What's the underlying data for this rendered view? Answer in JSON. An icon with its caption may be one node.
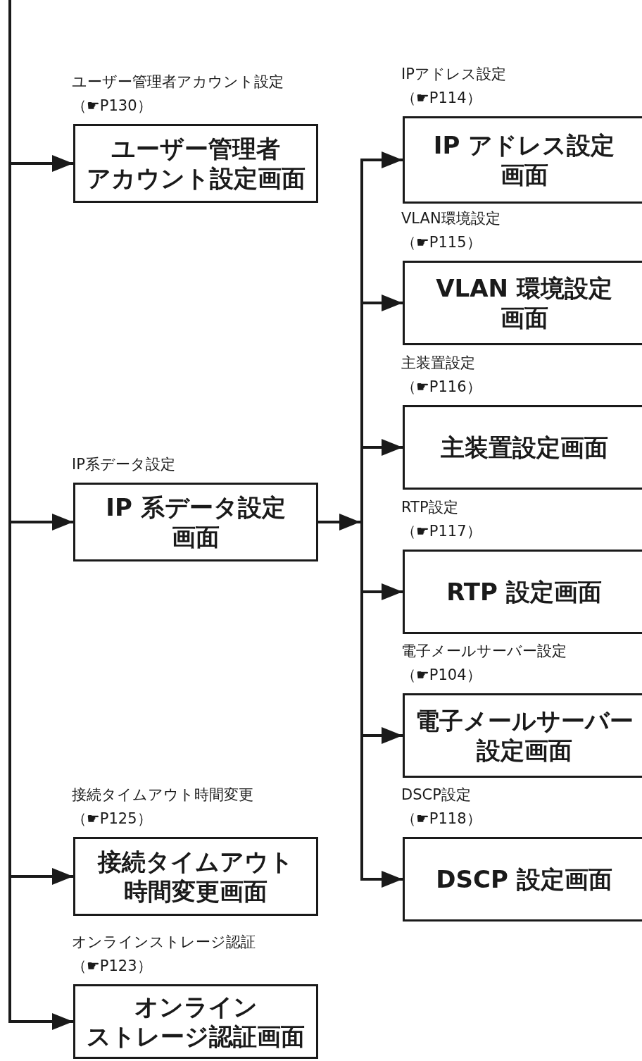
{
  "diagram": {
    "nodes": [
      {
        "text": [
          "ユーザー管理者アカウント設定画面"
        ],
        "beside": [
          "ユーザー管理者アカウント設定",
          "（☛P130）"
        ]
      },
      {
        "text": [
          "IP 系データ設定画面"
        ],
        "beside": [
          "IP系データ設定"
        ]
      },
      {
        "text": [
          "IP アドレス設定画面"
        ],
        "beside": [
          "IPアドレス設定",
          "（☛P114）"
        ]
      },
      {
        "text": [
          "VLAN 環境設定画面"
        ],
        "beside": [
          "VLAN環境設定",
          "（☛P115）"
        ]
      },
      {
        "text": [
          "主装置設定画面"
        ],
        "beside": [
          "主装置設定",
          "（☛P116）"
        ]
      },
      {
        "text": [
          "RTP 設定画面"
        ],
        "beside": [
          "RTP設定",
          "（☛P117）"
        ]
      },
      {
        "text": [
          "電子メールサーバー設定画面"
        ],
        "beside": [
          "電子メールサーバー設定",
          "（☛P104）"
        ]
      },
      {
        "text": [
          "DSCP 設定画面"
        ],
        "beside": [
          "DSCP設定",
          "（☛P118）"
        ]
      },
      {
        "text": [
          "接続タイムアウト時間変更画面"
        ],
        "beside": [
          "接続タイムアウト時間変更",
          "（☛P125）"
        ]
      },
      {
        "text": [
          "オンラインストレージ認証画面"
        ],
        "beside": [
          "オンラインストレージ認証",
          "（☛P123）"
        ]
      }
    ],
    "edges": [
      {
        "from": null,
        "to": 0,
        "arrow": "to"
      },
      {
        "from": null,
        "to": 1,
        "arrow": "to"
      },
      {
        "from": null,
        "to": 8,
        "arrow": "to"
      },
      {
        "from": null,
        "to": 9,
        "arrow": "to"
      },
      {
        "from": 1,
        "to": 2,
        "arrow": "to"
      },
      {
        "from": 1,
        "to": 3,
        "arrow": "to"
      },
      {
        "from": 1,
        "to": 4,
        "arrow": "to"
      },
      {
        "from": 1,
        "to": 5,
        "arrow": "to"
      },
      {
        "from": 1,
        "to": 6,
        "arrow": "to"
      },
      {
        "from": 1,
        "to": 7,
        "arrow": "to"
      }
    ]
  }
}
